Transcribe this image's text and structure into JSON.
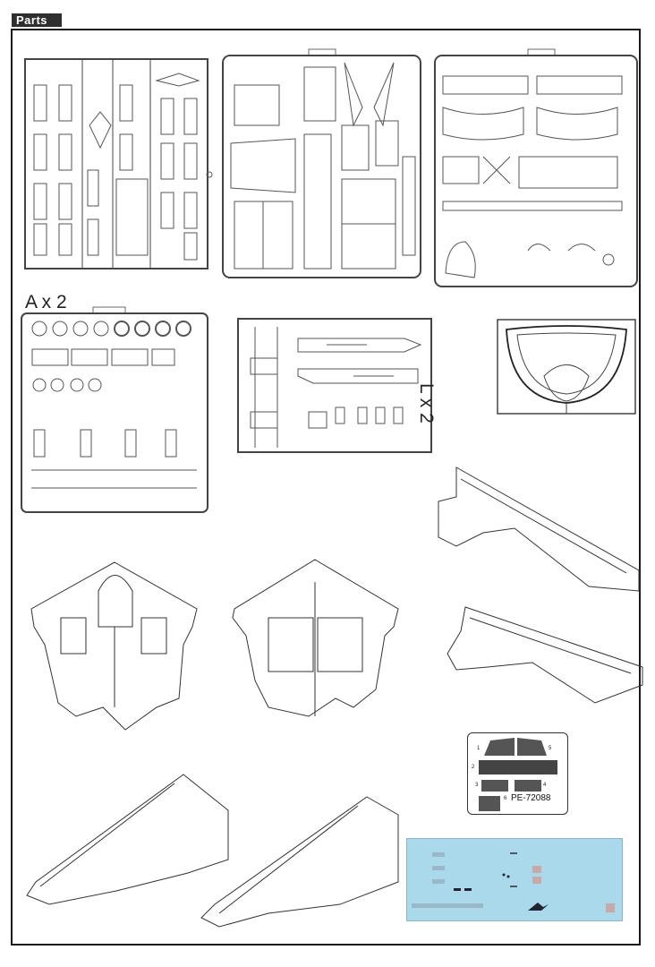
{
  "header": {
    "title": "Parts"
  },
  "sprues": {
    "a_label": "A x 2",
    "l_label": "L x 2"
  },
  "photo_etch": {
    "code": "PE-72088",
    "part_numbers": [
      "1",
      "2",
      "3",
      "4",
      "5",
      "6"
    ]
  },
  "colors": {
    "decal_sheet": "#a9d9ea",
    "header_bg": "#2f2f2f"
  }
}
